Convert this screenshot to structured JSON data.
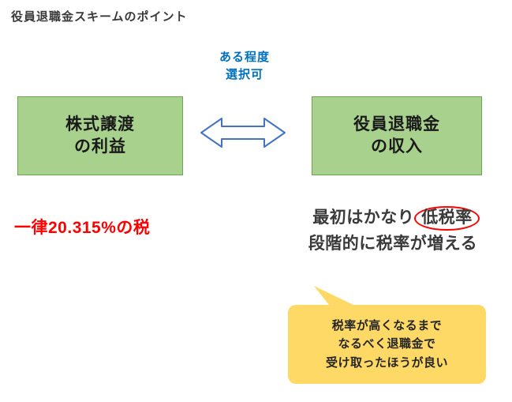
{
  "title": "役員退職金スキームのポイント",
  "arrow_label": {
    "line1": "ある程度",
    "line2": "選択可"
  },
  "boxes": {
    "left": {
      "line1": "株式譲渡",
      "line2": "の利益"
    },
    "right": {
      "line1": "役員退職金",
      "line2": "の収入"
    }
  },
  "notes": {
    "left_tax": "一律20.315%の税",
    "right_line1_prefix": "最初はかなり",
    "right_line1_circled": "低税率",
    "right_line2": "段階的に税率が増える"
  },
  "callout": {
    "line1": "税率が高くなるまで",
    "line2": "なるべく退職金で",
    "line3": "受け取ったほうが良い"
  },
  "icons": {
    "double_arrow": "left-right-double-arrow"
  },
  "colors": {
    "box_fill": "#A9D18E",
    "box_border": "#6AA84F",
    "arrow_outline": "#4472C4",
    "arrow_fill": "#FFFFFF",
    "blue_label_text": "#0070C0",
    "red_text": "#FF0000",
    "circle_stroke": "#FF0000",
    "callout_fill": "#FFD966",
    "body_text": "#3A3A3A",
    "background": "#FFFFFF"
  }
}
